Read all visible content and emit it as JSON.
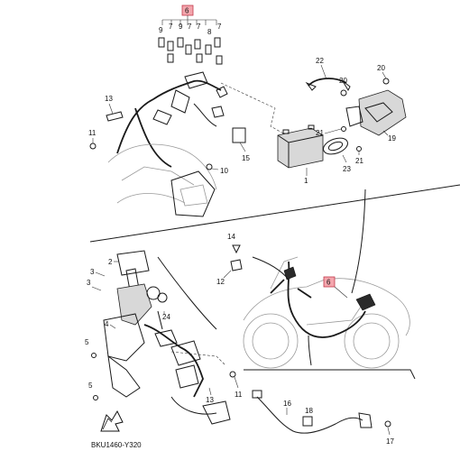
{
  "diagram": {
    "code": "BKU1460-Y320",
    "callouts": {
      "top_group": "6",
      "top_group_children": [
        "9",
        "7",
        "9",
        "7",
        "7",
        "8",
        "7"
      ],
      "p1": "1",
      "p5a": "5",
      "p5b": "5",
      "p2": "2",
      "p3": "3",
      "p3b": "3",
      "p4": "4",
      "p6": "6",
      "p10": "10",
      "p11a": "11",
      "p11b": "11",
      "p12": "12",
      "p13a": "13",
      "p13b": "13",
      "p14": "14",
      "p15": "15",
      "p16": "16",
      "p17": "17",
      "p18": "18",
      "p19": "19",
      "p20a": "20",
      "p20b": "20",
      "p21a": "21",
      "p21b": "21",
      "p22": "22",
      "p23": "23",
      "p24": "24"
    },
    "icons": {
      "direction_badge": "fwd-arrow-icon"
    },
    "colors": {
      "highlight": "#f4a6ad"
    }
  }
}
